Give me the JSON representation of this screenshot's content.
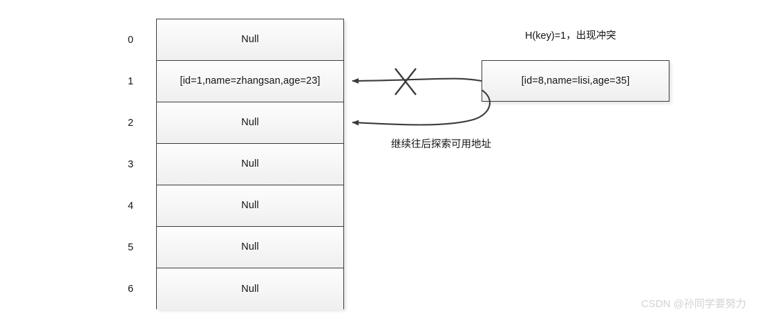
{
  "diagram": {
    "title_note": "H(key)=1，出现冲突",
    "probe_note": "继续往后探索可用地址",
    "watermark": "CSDN @孙同学要努力",
    "hash_table": {
      "slots": [
        {
          "index": "0",
          "value": "Null"
        },
        {
          "index": "1",
          "value": "[id=1,name=zhangsan,age=23]"
        },
        {
          "index": "2",
          "value": "Null"
        },
        {
          "index": "3",
          "value": "Null"
        },
        {
          "index": "4",
          "value": "Null"
        },
        {
          "index": "5",
          "value": "Null"
        },
        {
          "index": "6",
          "value": "Null"
        }
      ]
    },
    "incoming_record": {
      "value": "[id=8,name=lisi,age=35]"
    },
    "arrows": {
      "blocked_arrow_name": "blocked-insert-arrow",
      "probe_arrow_name": "probe-insert-arrow",
      "cross_marker_name": "collision-cross-marker"
    },
    "colors": {
      "stroke": "#3b3b3b",
      "cell_fill_top": "#fdfdfd",
      "cell_fill_bottom": "#efefef",
      "text": "#141414",
      "watermark": "#d2d2d2"
    }
  }
}
